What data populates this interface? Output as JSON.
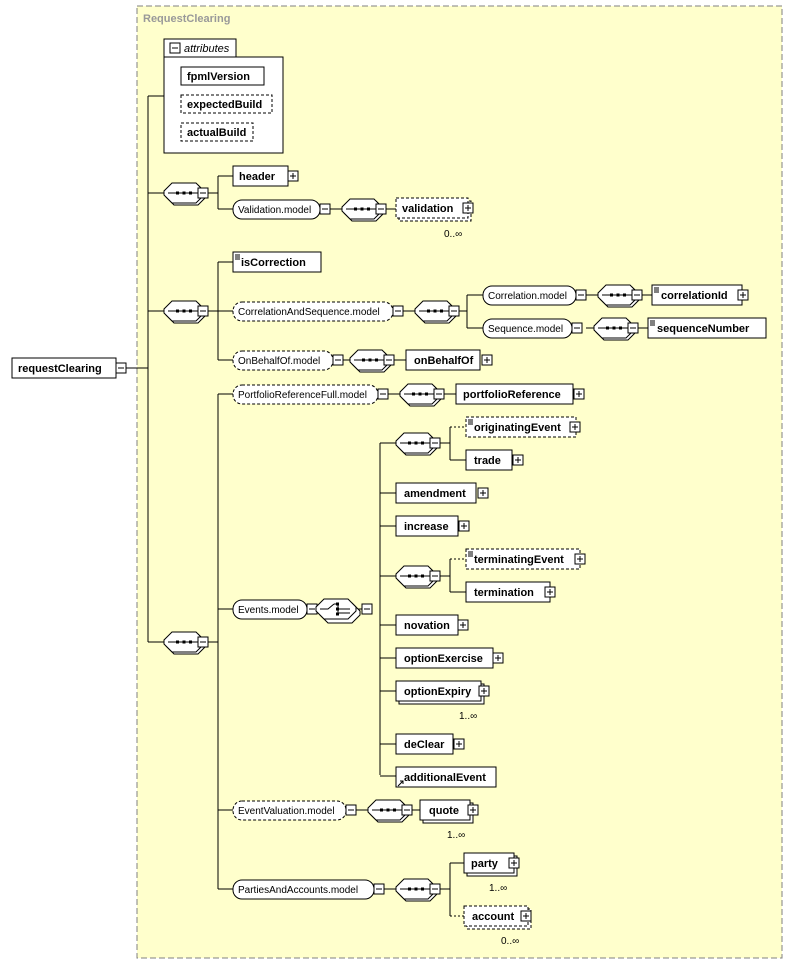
{
  "root": {
    "label": "requestClearing"
  },
  "complex_type": {
    "label": "RequestClearing"
  },
  "attributes": {
    "header": "attributes",
    "items": [
      "fpmlVersion",
      "expectedBuild",
      "actualBuild"
    ]
  },
  "seq1": {
    "header": "header",
    "validation_model": "Validation.model",
    "validation": "validation",
    "validation_card": "0..∞"
  },
  "seq2": {
    "is_correction": "isCorrection",
    "correlation_and_sequence_model": "CorrelationAndSequence.model",
    "correlation_model": "Correlation.model",
    "correlation_id": "correlationId",
    "sequence_model": "Sequence.model",
    "sequence_number": "sequenceNumber",
    "on_behalf_of_model": "OnBehalfOf.model",
    "on_behalf_of": "onBehalfOf"
  },
  "seq3": {
    "portfolio_reference_full_model": "PortfolioReferenceFull.model",
    "portfolio_reference": "portfolioReference",
    "events_model": "Events.model",
    "originating_event": "originatingEvent",
    "trade": "trade",
    "amendment": "amendment",
    "increase": "increase",
    "terminating_event": "terminatingEvent",
    "termination": "termination",
    "novation": "novation",
    "option_exercise": "optionExercise",
    "option_expiry": "optionExpiry",
    "option_expiry_card": "1..∞",
    "de_clear": "deClear",
    "additional_event": "additionalEvent",
    "event_valuation_model": "EventValuation.model",
    "quote": "quote",
    "quote_card": "1..∞",
    "parties_and_accounts_model": "PartiesAndAccounts.model",
    "party": "party",
    "party_card": "1..∞",
    "account": "account",
    "account_card": "0..∞"
  }
}
